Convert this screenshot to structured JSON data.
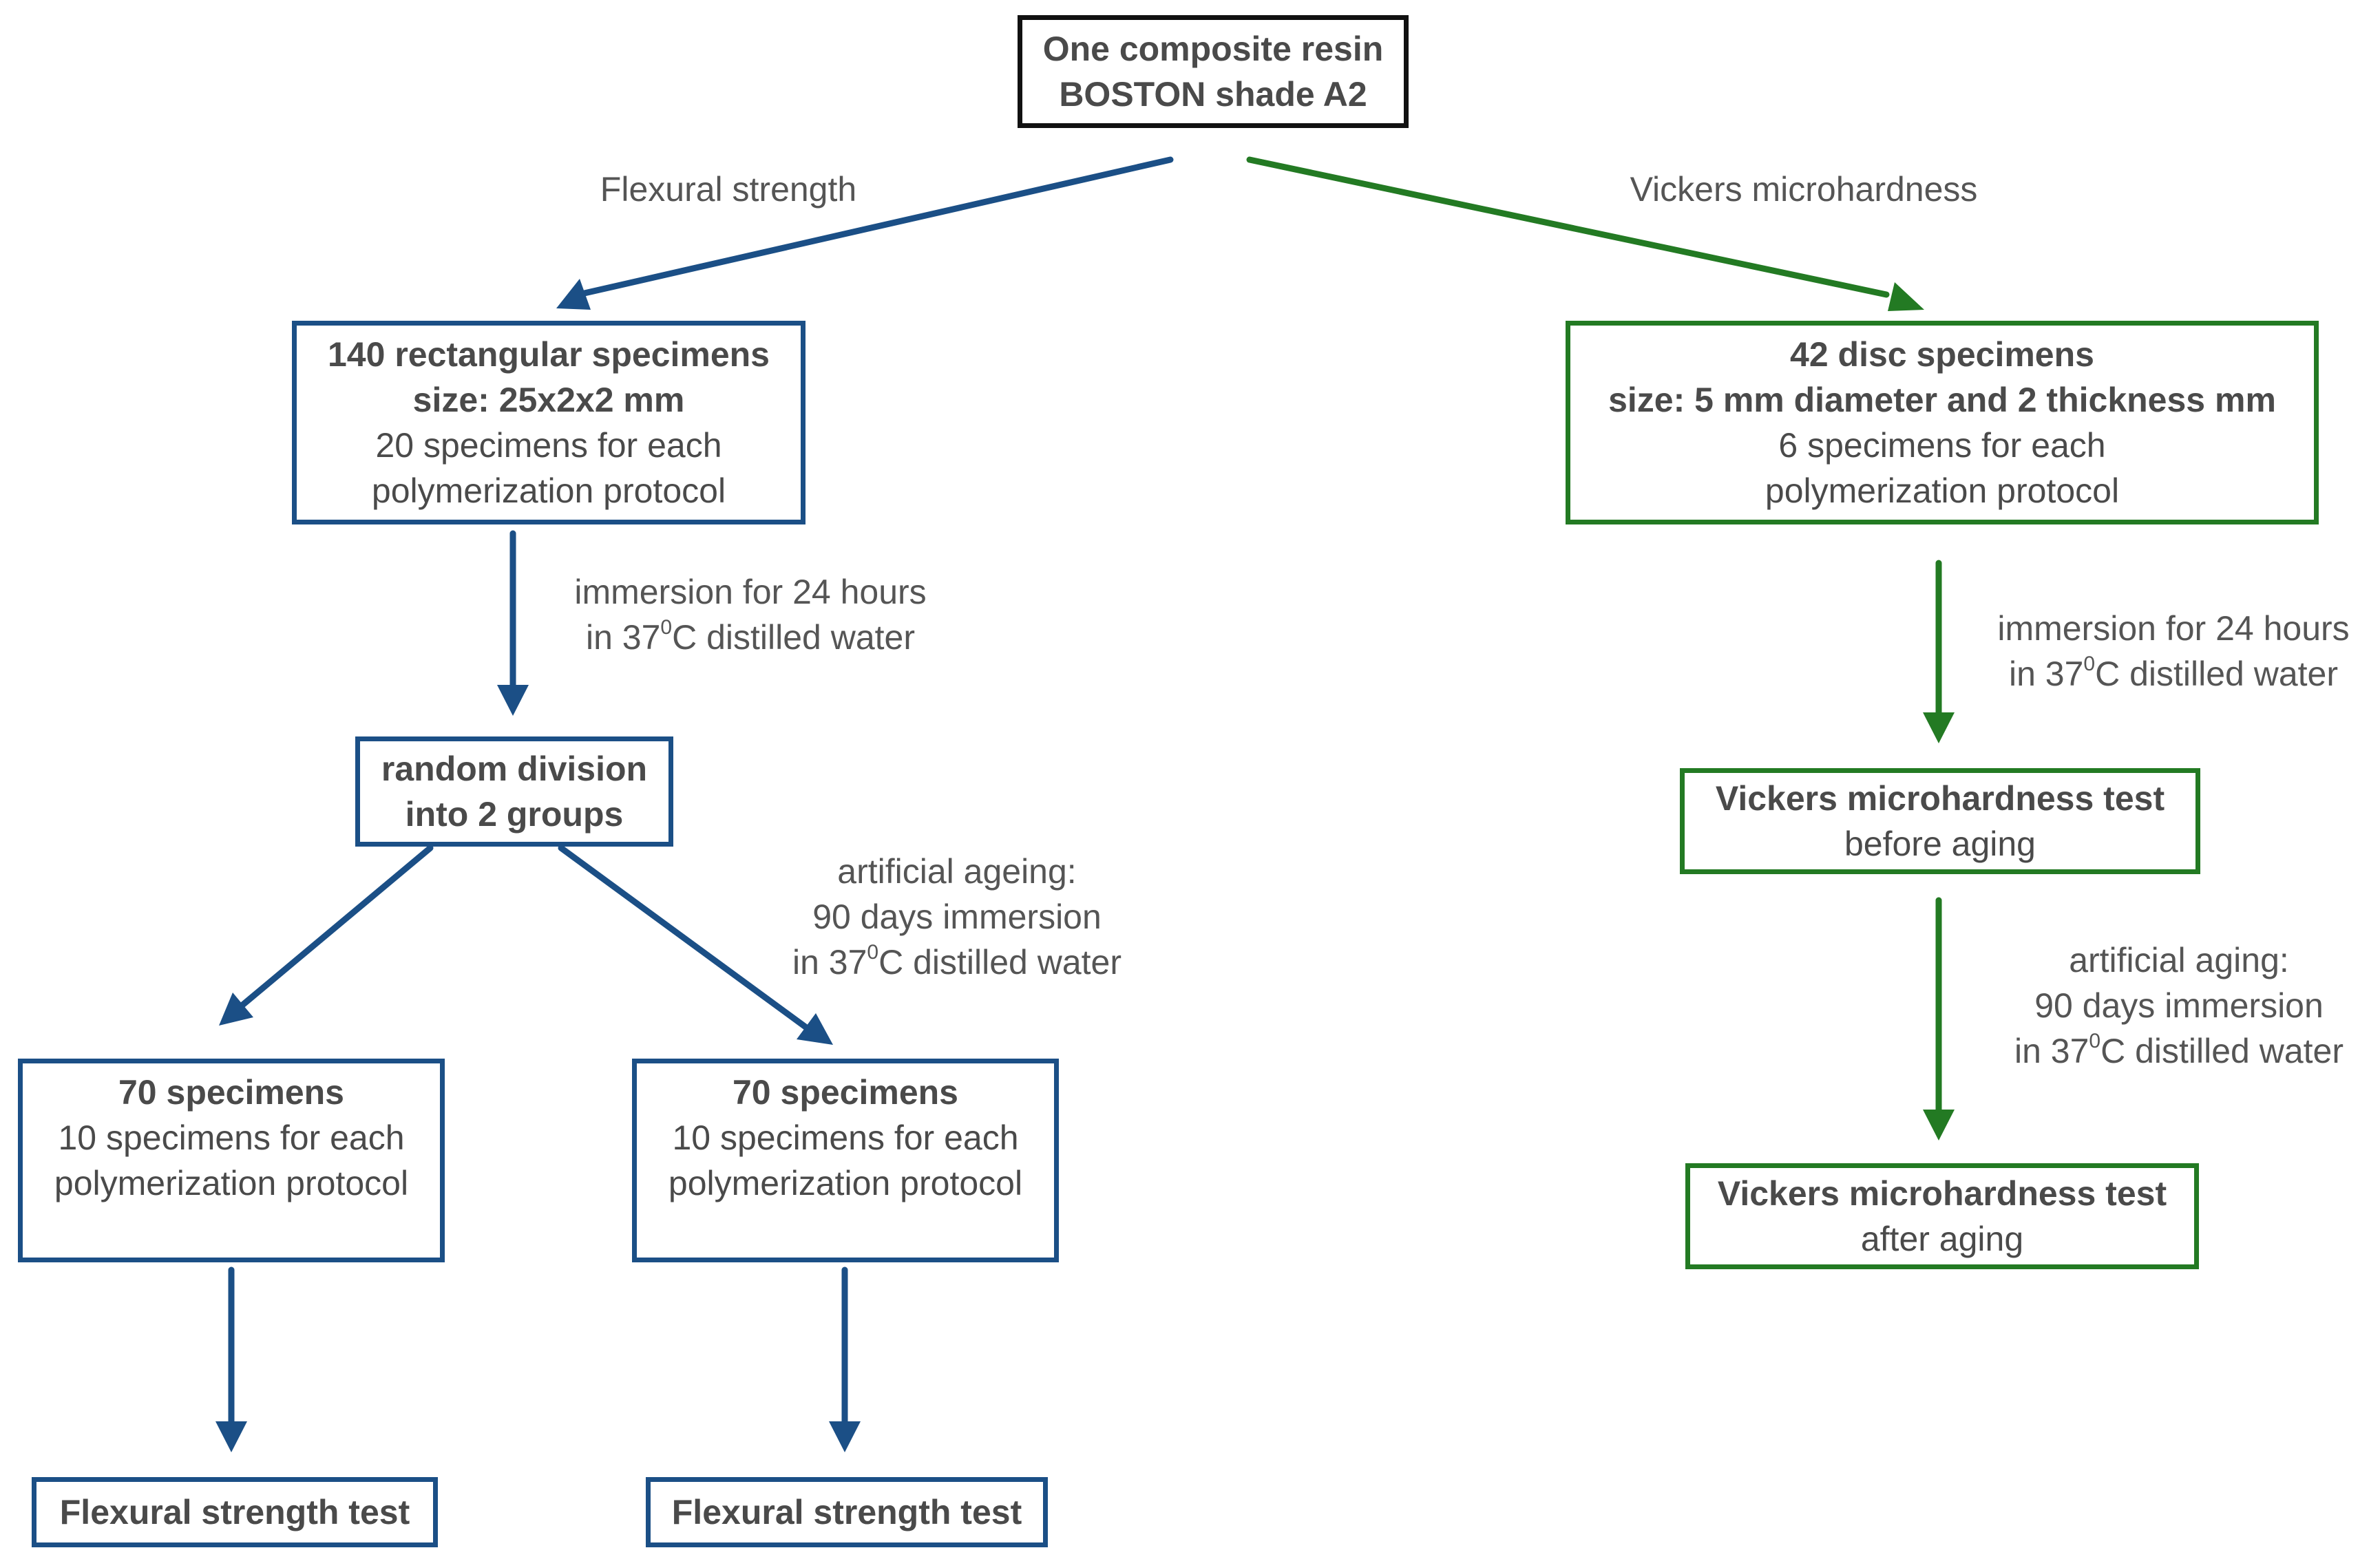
{
  "colors": {
    "blue": "#1b4f86",
    "green": "#237a23",
    "black": "#111111",
    "text": "#4a4a4a"
  },
  "root": {
    "line1": "One composite resin",
    "line2": "BOSTON shade A2"
  },
  "left": {
    "branch_label": "Flexural strength",
    "specimens": {
      "title": "140 rectangular specimens",
      "size": "size: 25x2x2 mm",
      "note1": "20 specimens for each",
      "note2": "polymerization protocol"
    },
    "immersion": {
      "line1": "immersion for 24 hours",
      "line2_pre": "in 37",
      "line2_sup": "0",
      "line2_post": "C distilled water"
    },
    "division": {
      "line1": "random division",
      "line2": "into 2 groups"
    },
    "ageing": {
      "line1": "artificial ageing:",
      "line2": "90 days immersion",
      "line3_pre": "in 37",
      "line3_sup": "0",
      "line3_post": "C distilled water"
    },
    "group_a": {
      "title": "70 specimens",
      "note1": "10 specimens for each",
      "note2": "polymerization protocol"
    },
    "group_b": {
      "title": "70 specimens",
      "note1": "10 specimens for each",
      "note2": "polymerization protocol"
    },
    "test_a": "Flexural strength test",
    "test_b": "Flexural strength test"
  },
  "right": {
    "branch_label": "Vickers microhardness",
    "specimens": {
      "title": "42 disc specimens",
      "size": "size: 5 mm diameter and 2 thickness mm",
      "note1": "6 specimens for each",
      "note2": "polymerization protocol"
    },
    "immersion": {
      "line1": "immersion for 24 hours",
      "line2_pre": "in 37",
      "line2_sup": "0",
      "line2_post": "C distilled water"
    },
    "test_before": {
      "title": "Vickers microhardness test",
      "note": "before aging"
    },
    "aging": {
      "line1": "artificial aging:",
      "line2": "90 days immersion",
      "line3_pre": "in 37",
      "line3_sup": "0",
      "line3_post": "C distilled water"
    },
    "test_after": {
      "title": "Vickers microhardness test",
      "note": "after aging"
    }
  }
}
